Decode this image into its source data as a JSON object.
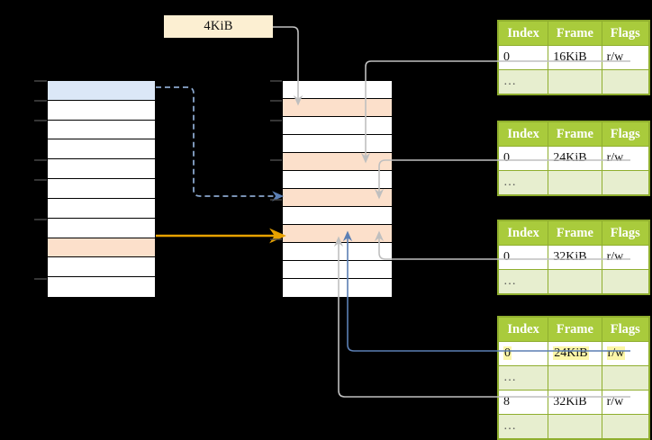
{
  "diagram": {
    "title": "Page table translation diagram",
    "background_color": "#000000",
    "size_label": {
      "text": "4KiB",
      "bg": "#fcefd2"
    },
    "colors": {
      "header_green": "#a9cb3c",
      "ellipsis_row": "#e7eecf",
      "highlight_yellow": "#fbf6a8",
      "blue_cell": "#dbe7f7",
      "orange_cell": "#fce0cb",
      "orange_arrow": "#e8a200",
      "blue_arrow": "#5b7fb4",
      "grey_arrow": "#bfbfbf"
    }
  },
  "virtual_memory_column": {
    "name": "virtual-memory-column",
    "row_count": 11,
    "rows": [
      {
        "index": 0,
        "fill": "blue"
      },
      {
        "index": 1,
        "fill": "white"
      },
      {
        "index": 2,
        "fill": "white"
      },
      {
        "index": 3,
        "fill": "white"
      },
      {
        "index": 4,
        "fill": "white"
      },
      {
        "index": 5,
        "fill": "white"
      },
      {
        "index": 6,
        "fill": "white"
      },
      {
        "index": 7,
        "fill": "white"
      },
      {
        "index": 8,
        "fill": "orange"
      },
      {
        "index": 9,
        "fill": "white"
      },
      {
        "index": 10,
        "fill": "white"
      }
    ]
  },
  "physical_memory_column": {
    "name": "physical-memory-column",
    "row_count": 11,
    "rows": [
      {
        "index": 0,
        "fill": "white"
      },
      {
        "index": 1,
        "fill": "orange"
      },
      {
        "index": 2,
        "fill": "white"
      },
      {
        "index": 3,
        "fill": "white"
      },
      {
        "index": 4,
        "fill": "orange"
      },
      {
        "index": 5,
        "fill": "white"
      },
      {
        "index": 6,
        "fill": "orange"
      },
      {
        "index": 7,
        "fill": "white"
      },
      {
        "index": 8,
        "fill": "orange"
      },
      {
        "index": 9,
        "fill": "white"
      },
      {
        "index": 10,
        "fill": "white"
      },
      {
        "index": 11,
        "fill": "white"
      }
    ]
  },
  "page_tables": [
    {
      "id": "page-table-1",
      "columns": [
        "Index",
        "Frame",
        "Flags"
      ],
      "rows": [
        {
          "cells": [
            "0",
            "16KiB",
            "r/w"
          ],
          "type": "data",
          "highlight": [
            false,
            false,
            false
          ]
        },
        {
          "cells": [
            "…",
            "",
            ""
          ],
          "type": "ellipsis",
          "highlight": [
            false,
            false,
            false
          ]
        }
      ]
    },
    {
      "id": "page-table-2",
      "columns": [
        "Index",
        "Frame",
        "Flags"
      ],
      "rows": [
        {
          "cells": [
            "0",
            "24KiB",
            "r/w"
          ],
          "type": "data",
          "highlight": [
            false,
            false,
            false
          ]
        },
        {
          "cells": [
            "…",
            "",
            ""
          ],
          "type": "ellipsis",
          "highlight": [
            false,
            false,
            false
          ]
        }
      ]
    },
    {
      "id": "page-table-3",
      "columns": [
        "Index",
        "Frame",
        "Flags"
      ],
      "rows": [
        {
          "cells": [
            "0",
            "32KiB",
            "r/w"
          ],
          "type": "data",
          "highlight": [
            false,
            false,
            false
          ]
        },
        {
          "cells": [
            "…",
            "",
            ""
          ],
          "type": "ellipsis",
          "highlight": [
            false,
            false,
            false
          ]
        }
      ]
    },
    {
      "id": "page-table-4",
      "columns": [
        "Index",
        "Frame",
        "Flags"
      ],
      "rows": [
        {
          "cells": [
            "0",
            "24KiB",
            "r/w"
          ],
          "type": "data",
          "highlight": [
            true,
            true,
            true
          ]
        },
        {
          "cells": [
            "…",
            "",
            ""
          ],
          "type": "ellipsis",
          "highlight": [
            false,
            false,
            false
          ]
        },
        {
          "cells": [
            "8",
            "32KiB",
            "r/w"
          ],
          "type": "data",
          "highlight": [
            false,
            false,
            false
          ]
        },
        {
          "cells": [
            "…",
            "",
            ""
          ],
          "type": "ellipsis",
          "highlight": [
            false,
            false,
            false
          ]
        }
      ]
    }
  ],
  "connectors": [
    {
      "name": "size-label-to-physical-row-1",
      "style": "solid",
      "color": "#bfbfbf"
    },
    {
      "name": "virtual-row-0-to-physical-row-6",
      "style": "dashed",
      "color": "#5b7fb4"
    },
    {
      "name": "virtual-row-8-to-physical-row-8",
      "style": "solid",
      "color": "#e8a200"
    },
    {
      "name": "page-table-1-to-physical-row-4",
      "style": "solid",
      "color": "#bfbfbf"
    },
    {
      "name": "physical-row-4-to-page-table-2",
      "style": "solid",
      "color": "#bfbfbf"
    },
    {
      "name": "page-table-2-to-physical-row-6",
      "style": "solid",
      "color": "#bfbfbf"
    },
    {
      "name": "page-table-3-to-physical-row-8",
      "style": "solid",
      "color": "#bfbfbf"
    },
    {
      "name": "page-table-4-row0-to-physical-row-6",
      "style": "solid",
      "color": "#5b7fb4"
    },
    {
      "name": "page-table-4-row8-to-physical-row-8",
      "style": "solid",
      "color": "#bfbfbf"
    }
  ]
}
